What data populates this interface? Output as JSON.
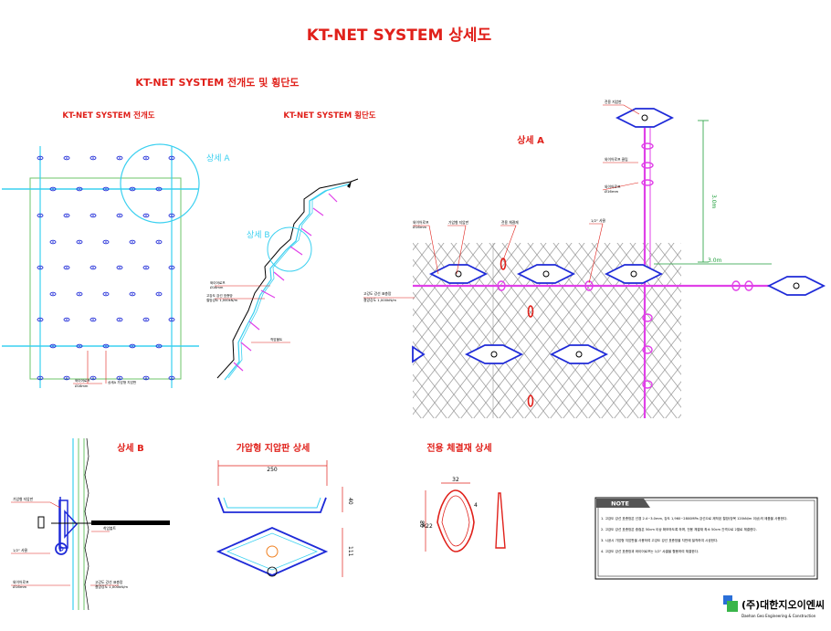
{
  "titles": {
    "main": "KT-NET SYSTEM 상세도",
    "section_overview": "KT-NET SYSTEM 전개도 및 횡단도",
    "layout": "KT-NET SYSTEM 전개도",
    "section": "KT-NET SYSTEM 횡단도",
    "detail_a": "상세 A",
    "detail_b": "상세 B",
    "plate": "가압형 지압판 상세",
    "fastener": "전용 체결재 상세",
    "note_header": "NOTE"
  },
  "labels": {
    "detail_a_circle": "상세 A",
    "detail_b_circle": "상세 B",
    "wire_rope": "와이어로프",
    "wire_rope_spec": "Ø16mm",
    "plate_anchor": "가압형 지압판",
    "dedicated_fastener": "전용 체결재",
    "mesh_main": "고강도 강선 표층망",
    "mesh_spec": "철망강도 1,000kN/m",
    "anchor": "착암볼트",
    "detail_a_plate_anchor": "상세A 가압형 지압판",
    "clip": "1/2\" 샤클",
    "top_anchor": "전용 지압판",
    "rope_clamp": "와이어로프 클립",
    "dim_3m_v": "3.0m",
    "dim_3m_h": "3.0m",
    "b_plate": "가압형 지압판",
    "b_anchor": "착암볼트"
  },
  "dims": {
    "plate_width": "250",
    "plate_height_top": "40",
    "plate_height_bottom": "111",
    "fastener_width": "32",
    "fastener_height": "80",
    "fastener_thickness": "4",
    "fastener_radius": "R22"
  },
  "notes": [
    "1. 고강도 강선 표층망은 선경 2.4~3.0mm, 강도 1,960~2800MPa 강선으로 제작된 철망(망목 120kN/m 이상)의 제품을 사용한다.",
    "2. 고강도 강선 표층망은 중첩은 50cm 이상 확보하도록 하며, 전용 체결재 최소 50cm 간격으로 2열로 체결한다.",
    "3. 시공시 가압형 지압판을 사용하여 고강도 강선 표층망을 지반에 밀착하여 시공한다.",
    "4. 고강도 강선 표층망과 와이어로프는 1/2\" 샤클을 활용하여 체결한다."
  ],
  "company": {
    "name": "(주)대한지오이엔씨",
    "english": "Daehan Geo Engineering & Construction"
  },
  "colors": {
    "title_red": "#e0201a",
    "wire_cyan": "#3ad0f0",
    "rope_magenta": "#e040e8",
    "plate_blue": "#1e2ad8",
    "frame_green": "#6cc46a",
    "mesh_gray": "#9a9a9a"
  }
}
